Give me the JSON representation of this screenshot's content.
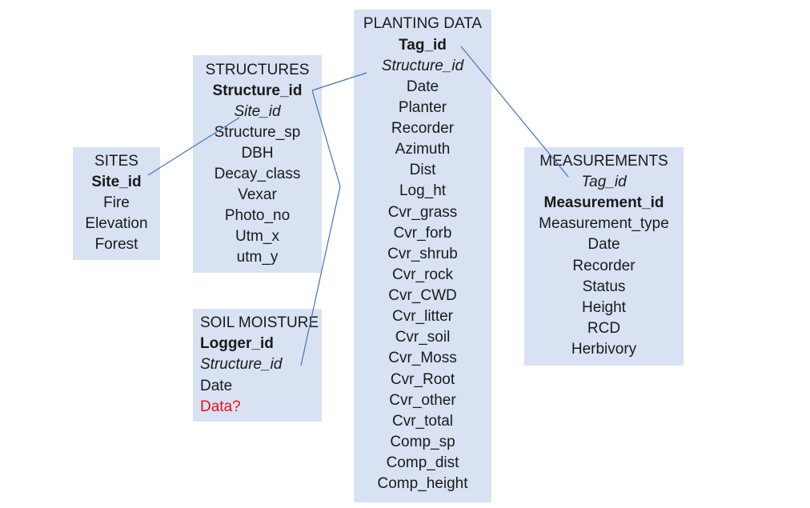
{
  "tables": {
    "sites": {
      "title": "SITES",
      "primary_key": "Site_id",
      "fields": [
        "Fire",
        "Elevation",
        "Forest"
      ]
    },
    "structures": {
      "title": "STRUCTURES",
      "primary_key": "Structure_id",
      "foreign_key": "Site_id",
      "fields": [
        "Structure_sp",
        "DBH",
        "Decay_class",
        "Vexar",
        "Photo_no",
        "Utm_x",
        "utm_y"
      ]
    },
    "soil_moisture": {
      "title": "SOIL MOISTURE",
      "primary_key": "Logger_id",
      "foreign_key": "Structure_id",
      "fields": [
        "Date"
      ],
      "note": "Data?"
    },
    "planting_data": {
      "title": "PLANTING DATA",
      "primary_key": "Tag_id",
      "foreign_key": "Structure_id",
      "fields": [
        "Date",
        "Planter",
        "Recorder",
        "Azimuth",
        "Dist",
        "Log_ht",
        "Cvr_grass",
        "Cvr_forb",
        "Cvr_shrub",
        "Cvr_rock",
        "Cvr_CWD",
        "Cvr_litter",
        "Cvr_soil",
        "Cvr_Moss",
        "Cvr_Root",
        "Cvr_other",
        "Cvr_total",
        "Comp_sp",
        "Comp_dist",
        "Comp_height"
      ]
    },
    "measurements": {
      "title": "MEASUREMENTS",
      "foreign_key": "Tag_id",
      "primary_key": "Measurement_id",
      "fields": [
        "Measurement_type",
        "Date",
        "Recorder",
        "Status",
        "Height",
        "RCD",
        "Herbivory"
      ]
    }
  },
  "colors": {
    "box_fill": "#d9e2f3",
    "connector": "#4472c4",
    "note_text": "#e8101a"
  }
}
